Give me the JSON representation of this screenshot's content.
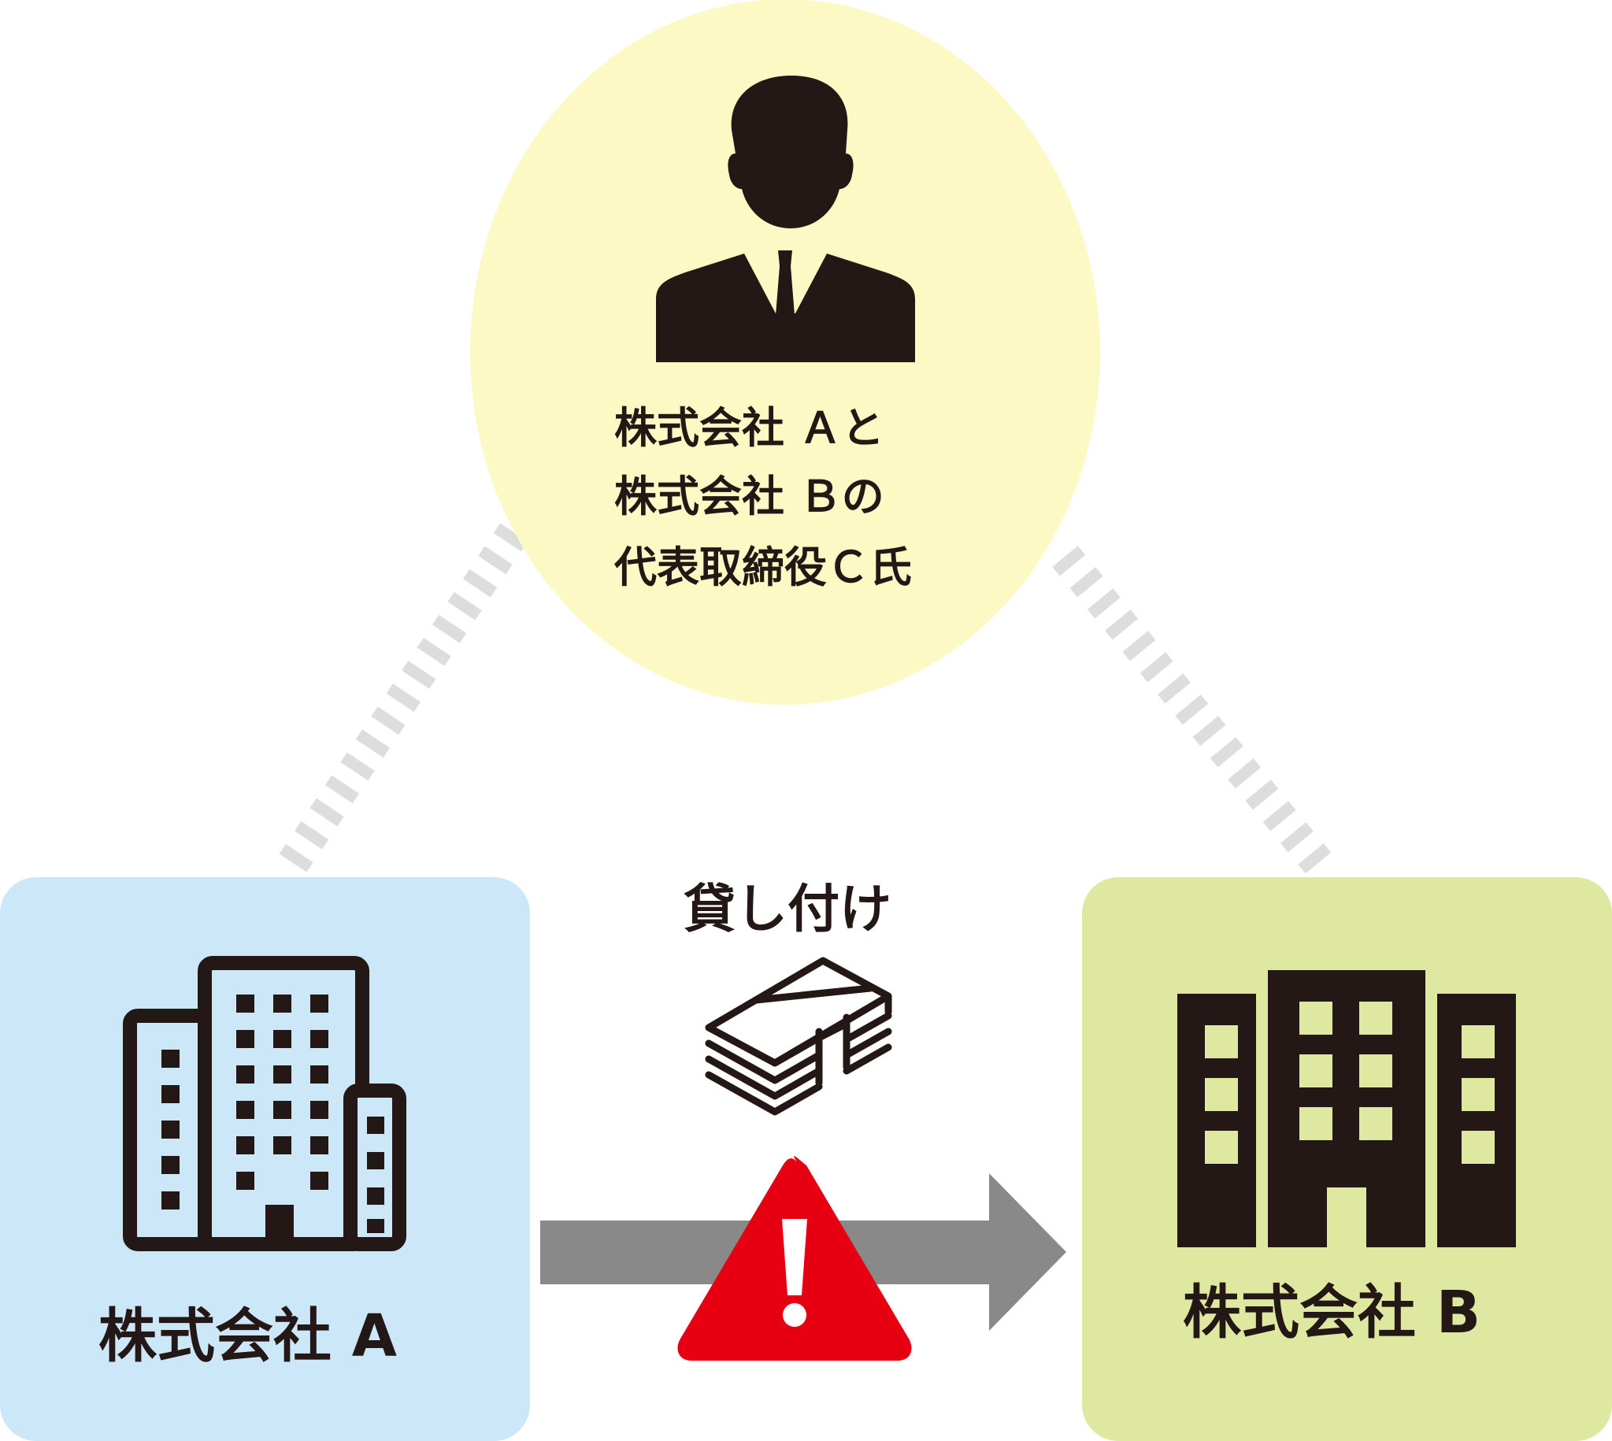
{
  "person": {
    "line1": "株式会社 Ａと",
    "line2": "株式会社 Ｂの",
    "line3": "代表取締役Ｃ氏",
    "icon": "businessman-icon",
    "bubble_color": "#fdf9c4"
  },
  "company_a": {
    "label": "株式会社 A",
    "icon": "office-building-icon",
    "box_color": "#cbe7f8"
  },
  "company_b": {
    "label": "株式会社 B",
    "icon": "company-building-icon",
    "box_color": "#dfe8a0"
  },
  "loan": {
    "label": "貸し付け",
    "icon": "money-stack-icon",
    "arrow_color": "#898989"
  },
  "warning": {
    "icon": "warning-icon",
    "color": "#e60012"
  },
  "connector_color": "#dcdddd"
}
